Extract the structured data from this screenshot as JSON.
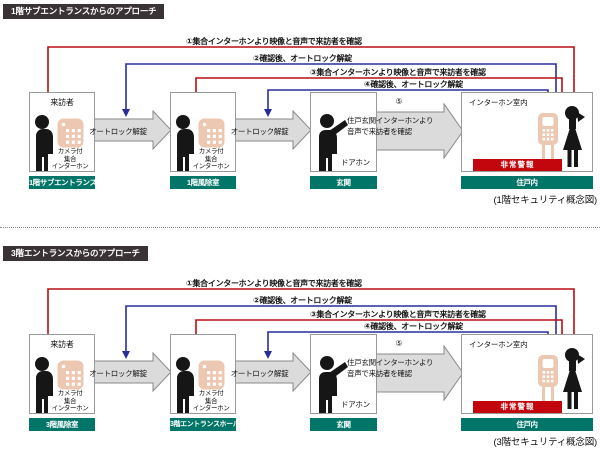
{
  "colors": {
    "accent_red": "#b80e12",
    "accent_blue": "#272e9c",
    "zone_teal": "#007568",
    "title_bg": "#3a3336",
    "alarm_red": "#c3050d",
    "device_salmon": "#ecc8b2",
    "arrow_gray": "#dbdbdb"
  },
  "diagrams": [
    {
      "title": "1階サブエントランスからのアプローチ",
      "flow_labels": [
        "①集合インターホンより映像と音声で来訪者を確認",
        "②確認後、オートロック解錠",
        "③集合インターホンより映像と音声で来訪者を確認",
        "④確認後、オートロック解錠"
      ],
      "visitor_label": "来訪者",
      "camera_intercom_lines": [
        "カメラ付",
        "集合",
        "インターホン"
      ],
      "autolock_label_1": "オートロック解錠",
      "autolock_label_2": "オートロック解錠",
      "step5": {
        "num": "⑤",
        "line1": "住戸玄関インターホンより",
        "line2": "音声で来訪者を確認"
      },
      "doorphone_label": "ドアホン",
      "indoor_label": "インターホン室内",
      "alarm_label": "非常警報",
      "zones": [
        "1階サブエントランス",
        "1階風除室",
        "玄関",
        "住戸内"
      ],
      "caption": "(1階セキュリティ概念図)"
    },
    {
      "title": "3階エントランスからのアプローチ",
      "flow_labels": [
        "①集合インターホンより映像と音声で来訪者を確認",
        "②確認後、オートロック解錠",
        "③集合インターホンより映像と音声で来訪者を確認",
        "④確認後、オートロック解錠"
      ],
      "visitor_label": "来訪者",
      "camera_intercom_lines": [
        "カメラ付",
        "集合",
        "インターホン"
      ],
      "autolock_label_1": "オートロック解錠",
      "autolock_label_2": "オートロック解錠",
      "step5": {
        "num": "⑤",
        "line1": "住戸玄関インターホンより",
        "line2": "音声で来訪者を確認"
      },
      "doorphone_label": "ドアホン",
      "indoor_label": "インターホン室内",
      "alarm_label": "非常警報",
      "zones": [
        "3階風除室",
        "3階エントランスホール",
        "玄関",
        "住戸内"
      ],
      "caption": "(3階セキュリティ概念図)"
    }
  ]
}
